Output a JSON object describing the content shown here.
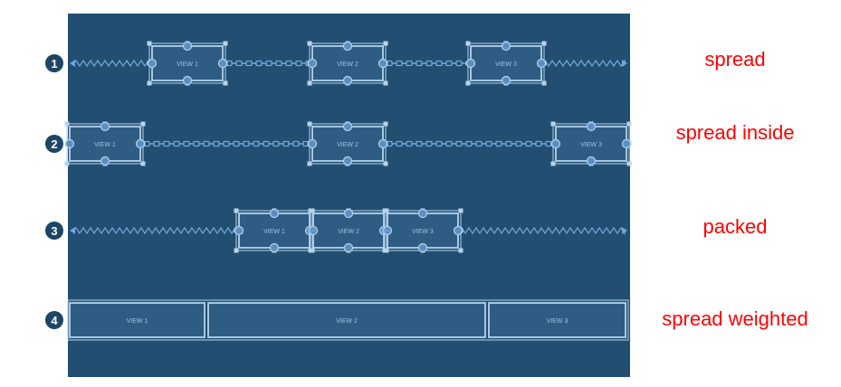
{
  "colors": {
    "panel": "#224f71",
    "box_fill": "#2f5c82",
    "box_border": "#b5d3ef",
    "line": "#6fa8dc",
    "handle": "#5b8fbf",
    "badge": "#1d4565",
    "caption": "#ff0000",
    "view_text": "#9ec4e6"
  },
  "rows": [
    {
      "number": "1",
      "caption": "spread",
      "views": [
        "VIEW 1",
        "VIEW 2",
        "VIEW 3"
      ]
    },
    {
      "number": "2",
      "caption": "spread inside",
      "views": [
        "VIEW 1",
        "VIEW 2",
        "VIEW 3"
      ]
    },
    {
      "number": "3",
      "caption": "packed",
      "views": [
        "VIEW 1",
        "VIEW 2",
        "VIEW 3"
      ]
    },
    {
      "number": "4",
      "caption": "spread weighted",
      "views": [
        "VIEW 1",
        "VIEW 2",
        "VIEW 3"
      ]
    }
  ]
}
